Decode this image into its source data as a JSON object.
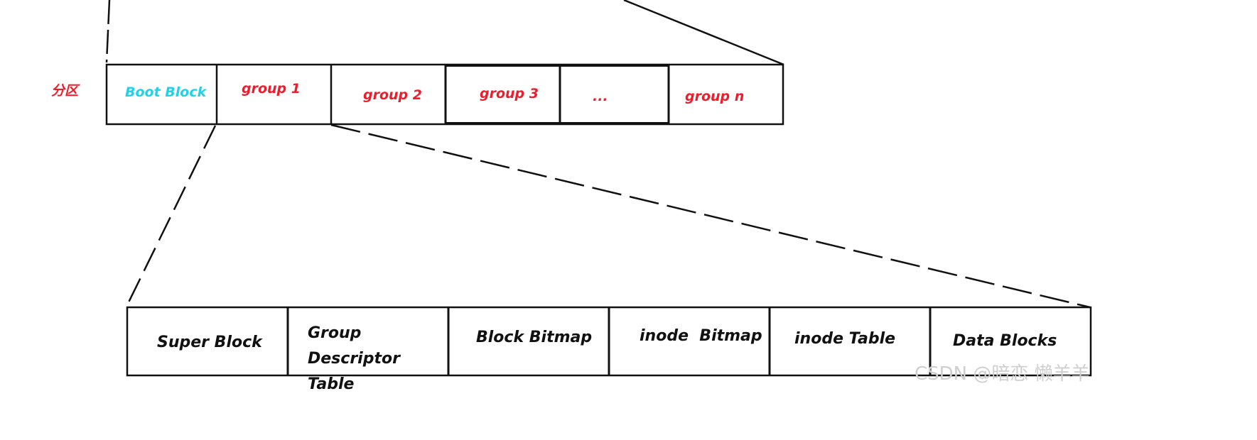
{
  "partition": {
    "label": "分区",
    "blocks": [
      {
        "label": "Boot Block",
        "color": "#1fd3e6"
      },
      {
        "label": "group 1",
        "color": "#ee1d2b"
      },
      {
        "label": "group 2",
        "color": "#ee1d2b"
      },
      {
        "label": "group 3",
        "color": "#ee1d2b"
      },
      {
        "label": "...",
        "color": "#ee1d2b"
      },
      {
        "label": "group n",
        "color": "#ee1d2b"
      }
    ]
  },
  "group": {
    "blocks": [
      {
        "label": "Super Block"
      },
      {
        "label": "Group Descriptor Table"
      },
      {
        "label": "Block Bitmap"
      },
      {
        "label": "inode  Bitmap"
      },
      {
        "label": "inode Table"
      },
      {
        "label": "Data Blocks"
      }
    ]
  },
  "watermark": "CSDN @暗恋 懒羊羊"
}
